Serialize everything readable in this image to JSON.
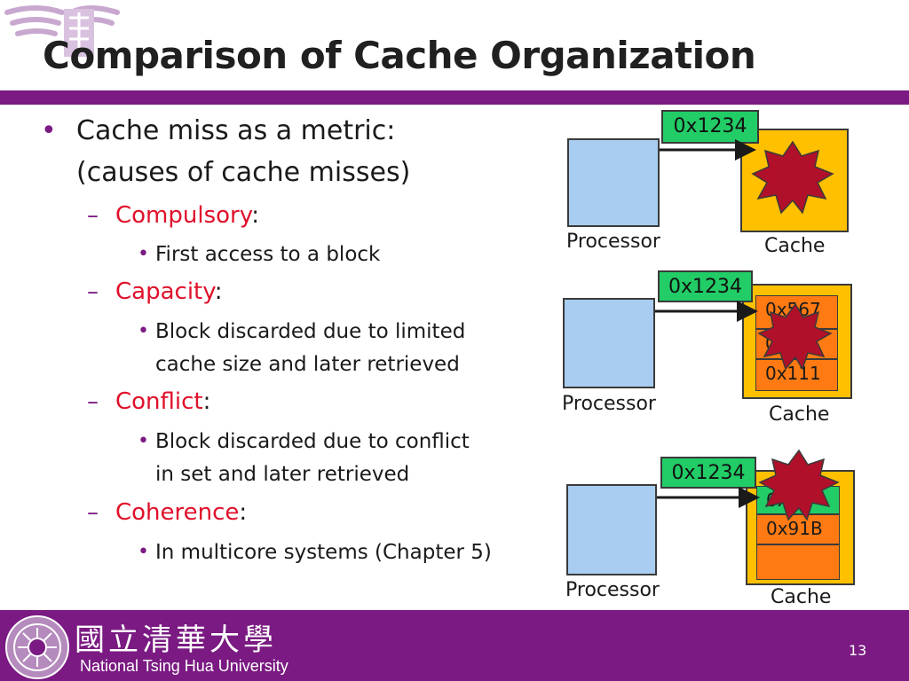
{
  "slide": {
    "title": "Comparison of Cache Organization",
    "page_number": "13"
  },
  "bullets": {
    "main_line1": "Cache miss as a metric:",
    "main_line2": "(causes of cache misses)",
    "items": [
      {
        "term": "Compulsory",
        "desc": [
          "First access to a block"
        ]
      },
      {
        "term": "Capacity",
        "desc": [
          "Block discarded due to limited",
          "cache size and later retrieved"
        ]
      },
      {
        "term": "Conflict",
        "desc": [
          "Block discarded due to conflict",
          "in set and later retrieved"
        ]
      },
      {
        "term": "Coherence",
        "desc": [
          "In multicore systems (Chapter 5)"
        ]
      }
    ],
    "colon": ":"
  },
  "diagrams": [
    {
      "address": "0x1234",
      "processor_label": "Processor",
      "cache_label": "Cache",
      "blocks": []
    },
    {
      "address": "0x1234",
      "processor_label": "Processor",
      "cache_label": "Cache",
      "blocks": [
        "0x567",
        "0x",
        "0x111"
      ]
    },
    {
      "address": "0x1234",
      "processor_label": "Processor",
      "cache_label": "Cache",
      "blocks": [
        "0x",
        "0x91B",
        ""
      ]
    }
  ],
  "footer": {
    "university_cn": "國立清華大學",
    "university_en": "National Tsing Hua University"
  },
  "colors": {
    "accent_purple": "#7a1a82",
    "term_red": "#e0102a",
    "processor_blue": "#a8cdf0",
    "cache_yellow": "#ffc000",
    "block_orange": "#ff7a12",
    "address_green": "#22cc66",
    "miss_burst": "#b0102a"
  }
}
